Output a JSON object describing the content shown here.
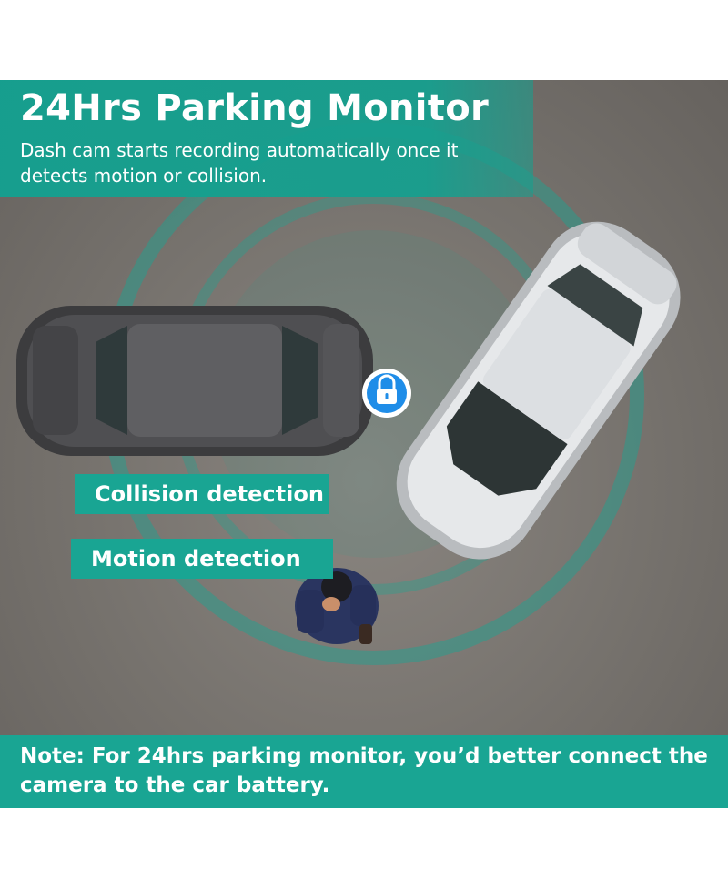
{
  "header": {
    "title": "24Hrs Parking Monitor",
    "subtitle": "Dash cam starts recording automatically once it detects motion or collision."
  },
  "labels": {
    "collision": "Collision detection",
    "motion": "Motion detection"
  },
  "footer": {
    "note": "Note: For 24hrs parking monitor, you’d better connect the camera to the car battery."
  },
  "icons": {
    "lock": "lock-icon"
  },
  "colors": {
    "accent": "#19a593",
    "lock_badge": "#1f8de8"
  }
}
